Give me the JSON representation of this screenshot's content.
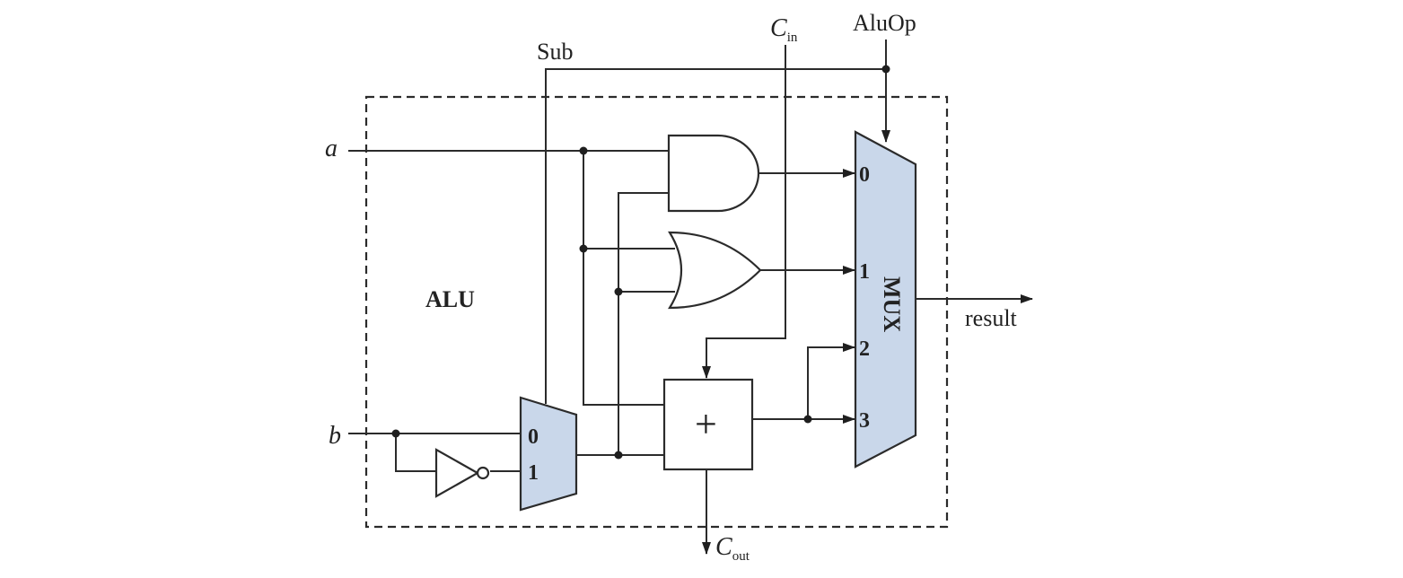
{
  "labels": {
    "sub": "Sub",
    "cin_main": "C",
    "cin_sub": "in",
    "aluop": "AluOp",
    "a": "a",
    "b": "b",
    "alu": "ALU",
    "result": "result",
    "cout_main": "C",
    "cout_sub": "out",
    "adder_symbol": "+",
    "mux_label": "MUX"
  },
  "small_mux_inputs": [
    "0",
    "1"
  ],
  "main_mux_inputs": [
    "0",
    "1",
    "2",
    "3"
  ],
  "colors": {
    "mux_fill": "#c9d7ea",
    "line": "#2b2b2b"
  }
}
